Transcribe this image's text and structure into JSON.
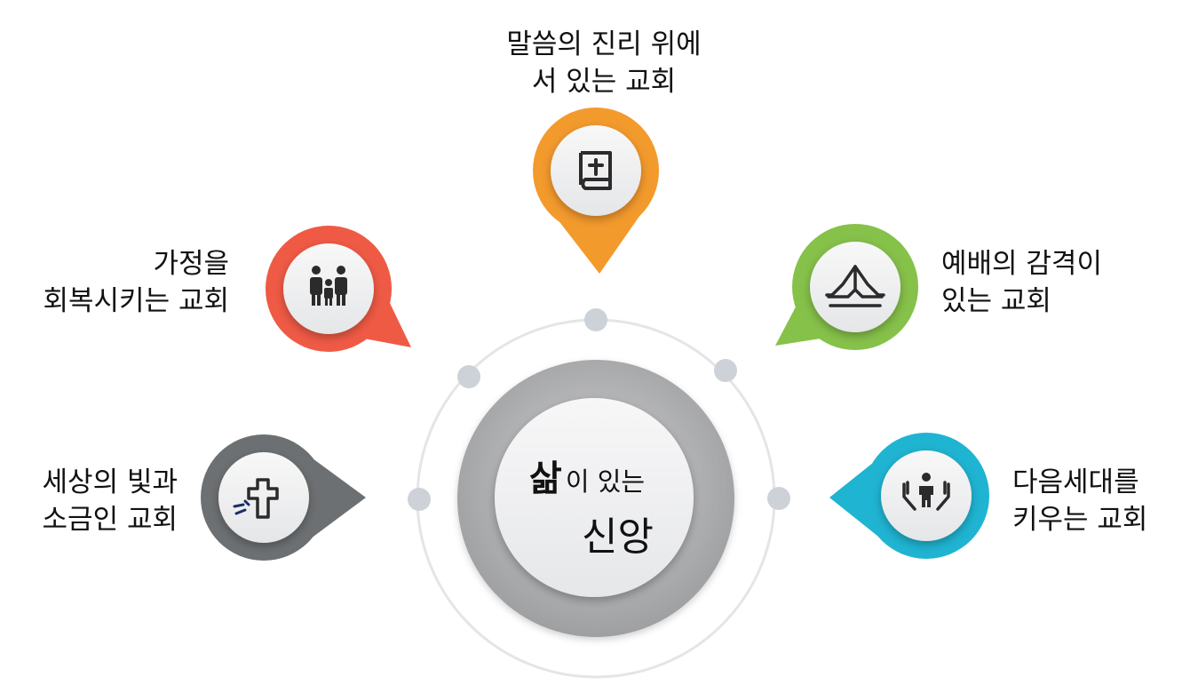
{
  "center": {
    "big": "삶",
    "small": "이 있는",
    "main": "신앙"
  },
  "items": [
    {
      "id": "word",
      "lines": [
        "말씀의 진리 위에",
        "서 있는 교회"
      ],
      "color": "#f39a2d",
      "icon": "bible-icon"
    },
    {
      "id": "family",
      "lines": [
        "가정을",
        "회복시키는 교회"
      ],
      "color": "#ef5a45",
      "icon": "family-icon"
    },
    {
      "id": "worship",
      "lines": [
        "예배의 감격이",
        "있는 교회"
      ],
      "color": "#86c14a",
      "icon": "praying-hands-icon"
    },
    {
      "id": "light",
      "lines": [
        "세상의 빛과",
        "소금인 교회"
      ],
      "color": "#6d7072",
      "icon": "cross-icon"
    },
    {
      "id": "nextgen",
      "lines": [
        "다음세대를",
        "키우는 교회"
      ],
      "color": "#1fb4d2",
      "icon": "child-hands-icon"
    }
  ]
}
